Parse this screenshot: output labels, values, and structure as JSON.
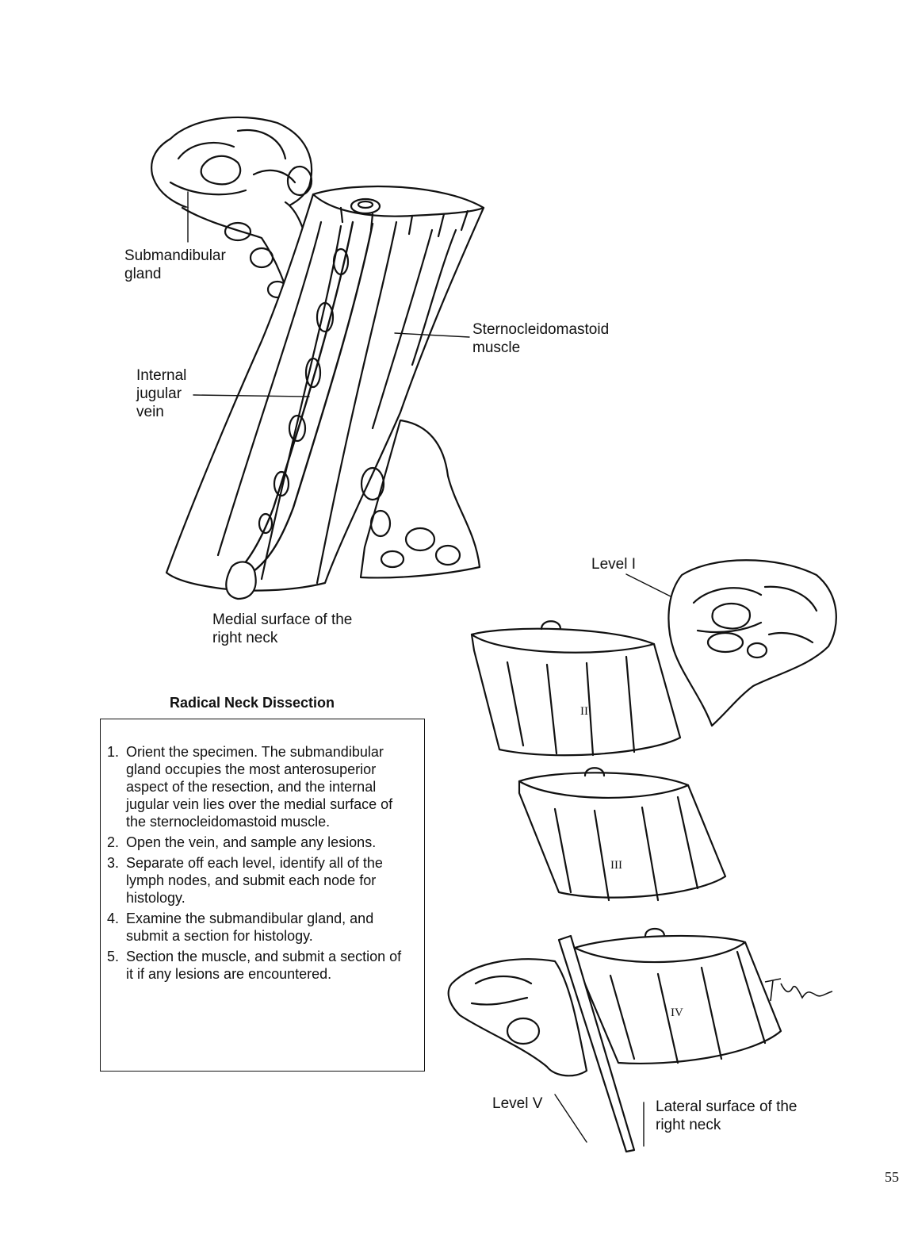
{
  "labels": {
    "submandibular": "Submandibular\ngland",
    "scm": "Sternocleidomastoid\nmuscle",
    "ijv": "Internal\njugular\nvein",
    "medial": "Medial surface of the\nright neck",
    "level1": "Level I",
    "level5": "Level V",
    "lateral": "Lateral surface of the\nright neck",
    "level2": "II",
    "level3": "III",
    "level4": "IV"
  },
  "signature": "T.Phelps",
  "box": {
    "title": "Radical Neck Dissection",
    "steps": [
      {
        "num": "1.",
        "text": "Orient the specimen. The submandibular gland occupies the most anterosuperior aspect of the resection, and the internal jugular vein lies over the medial surface of the sternocleidomastoid muscle."
      },
      {
        "num": "2.",
        "text": "Open the vein, and sample any lesions."
      },
      {
        "num": "3.",
        "text": "Separate off each level, identify all of the lymph nodes, and submit each node for histology."
      },
      {
        "num": "4.",
        "text": "Examine the submandibular gland, and submit a section for histology."
      },
      {
        "num": "5.",
        "text": "Section the muscle, and submit a section of it if any lesions are encountered."
      }
    ]
  },
  "page_number": "55"
}
